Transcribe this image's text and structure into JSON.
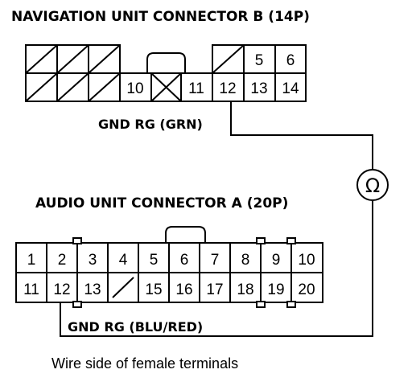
{
  "connector_b": {
    "title": "NAVIGATION UNIT CONNECTOR B (14P)",
    "top_row": [
      "",
      "",
      "",
      "",
      "5",
      "6"
    ],
    "bottom_row": [
      "",
      "",
      "",
      "10",
      "",
      "11",
      "12",
      "13",
      "14"
    ],
    "probe_label": "GND RG (GRN)"
  },
  "connector_a": {
    "title": "AUDIO UNIT CONNECTOR A (20P)",
    "top_row": [
      "1",
      "2",
      "3",
      "4",
      "5",
      "6",
      "7",
      "8",
      "9",
      "10"
    ],
    "bottom_row": [
      "11",
      "12",
      "13",
      "",
      "15",
      "16",
      "17",
      "18",
      "19",
      "20"
    ],
    "probe_label": "GND RG (BLU/RED)"
  },
  "meter": {
    "symbol": "Ω",
    "icon": "ohmmeter-icon"
  },
  "caption": "Wire side of female terminals"
}
